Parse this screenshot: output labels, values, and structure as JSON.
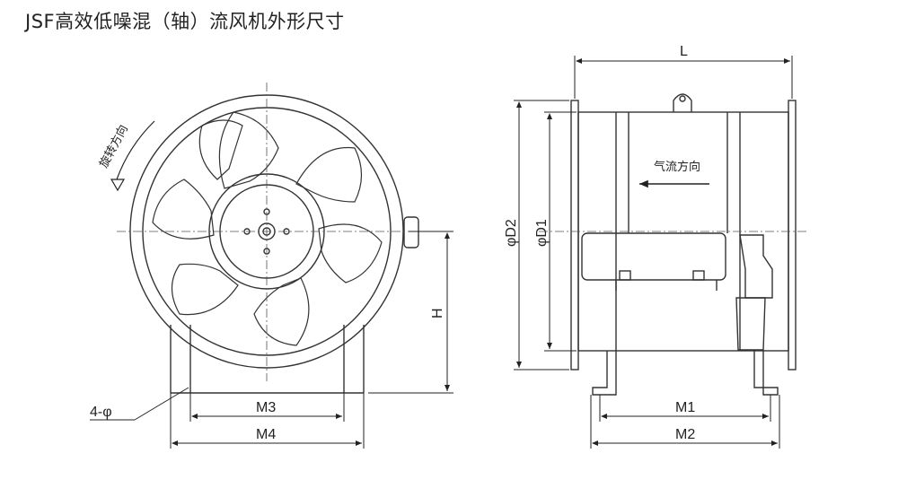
{
  "title": "JSF高效低噪混（轴）流风机外形尺寸",
  "labels": {
    "L": "L",
    "D2": "φD2",
    "D1": "φD1",
    "H": "H",
    "M1": "M1",
    "M2": "M2",
    "M3": "M3",
    "M4": "M4",
    "holes": "4-φ",
    "rotation": "旋转方向",
    "airflow": "气流方向"
  }
}
